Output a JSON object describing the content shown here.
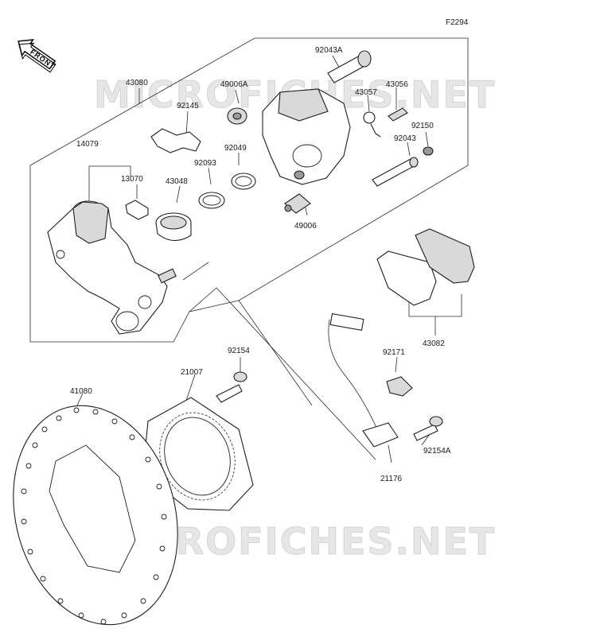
{
  "figure_id": "F2294",
  "direction_label": "FRONT",
  "watermark": [
    "MICROFICHES.NET",
    "MICROFICHES.NET"
  ],
  "parts": {
    "p92043A": "92043A",
    "p49006A": "49006A",
    "p43056": "43056",
    "p43080": "43080",
    "p92145": "92145",
    "p43057": "43057",
    "p92150": "92150",
    "p92049": "92049",
    "p92043": "92043",
    "p14079": "14079",
    "p92093": "92093",
    "p13070": "13070",
    "p43048": "43048",
    "p49006": "49006",
    "p43082": "43082",
    "p92154": "92154",
    "p92171": "92171",
    "p21007": "21007",
    "p41080": "41080",
    "p92154A": "92154A",
    "p21176": "21176"
  }
}
